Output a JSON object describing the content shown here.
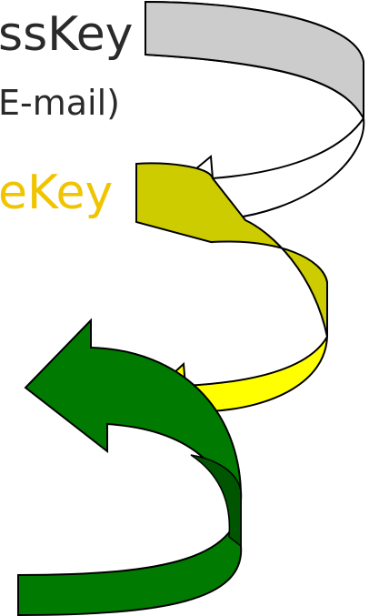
{
  "labels": {
    "first": "ssKey",
    "second": "E-mail)",
    "third": "eKey"
  },
  "colors": {
    "background": "#ffffff",
    "outline": "#000000",
    "label_dark": "#2a2a2a",
    "label_highlight": "#f0c400",
    "arrow_gray": "#cccccc",
    "arrow_white": "#ffffff",
    "arrow_olive": "#cccc00",
    "arrow_yellow": "#ffff00",
    "arrow_green": "#007a00",
    "arrow_green_dark": "#005500"
  },
  "arrows": [
    {
      "id": "gray-white-arrow",
      "colors": [
        "arrow_gray",
        "arrow_white"
      ]
    },
    {
      "id": "olive-yellow-arrow",
      "colors": [
        "arrow_olive",
        "arrow_yellow"
      ]
    },
    {
      "id": "green-arrow",
      "colors": [
        "arrow_green",
        "arrow_green_dark"
      ]
    }
  ]
}
